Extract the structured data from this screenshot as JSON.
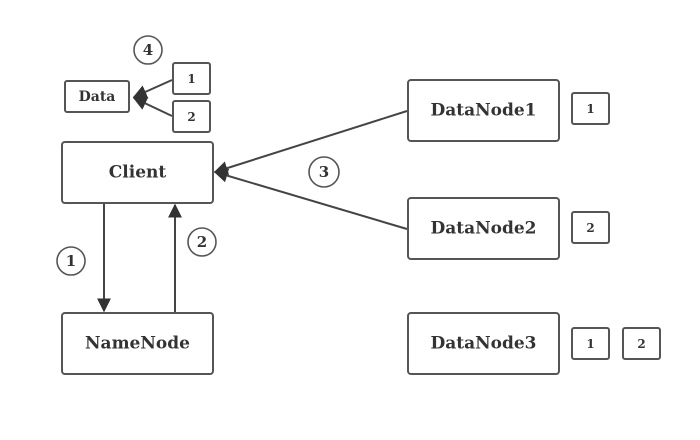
{
  "nodes": {
    "data": "Data",
    "client": "Client",
    "namenode": "NameNode",
    "datanode1": "DataNode1",
    "datanode2": "DataNode2",
    "datanode3": "DataNode3"
  },
  "blocks": {
    "data_block_1": "1",
    "data_block_2": "2",
    "dn1_block_1": "1",
    "dn2_block_2": "2",
    "dn3_block_1": "1",
    "dn3_block_2": "2"
  },
  "steps": {
    "s1": "1",
    "s2": "2",
    "s3": "3",
    "s4": "4"
  },
  "colors": {
    "stroke": "#555555",
    "text": "#333333",
    "background": "#ffffff"
  }
}
